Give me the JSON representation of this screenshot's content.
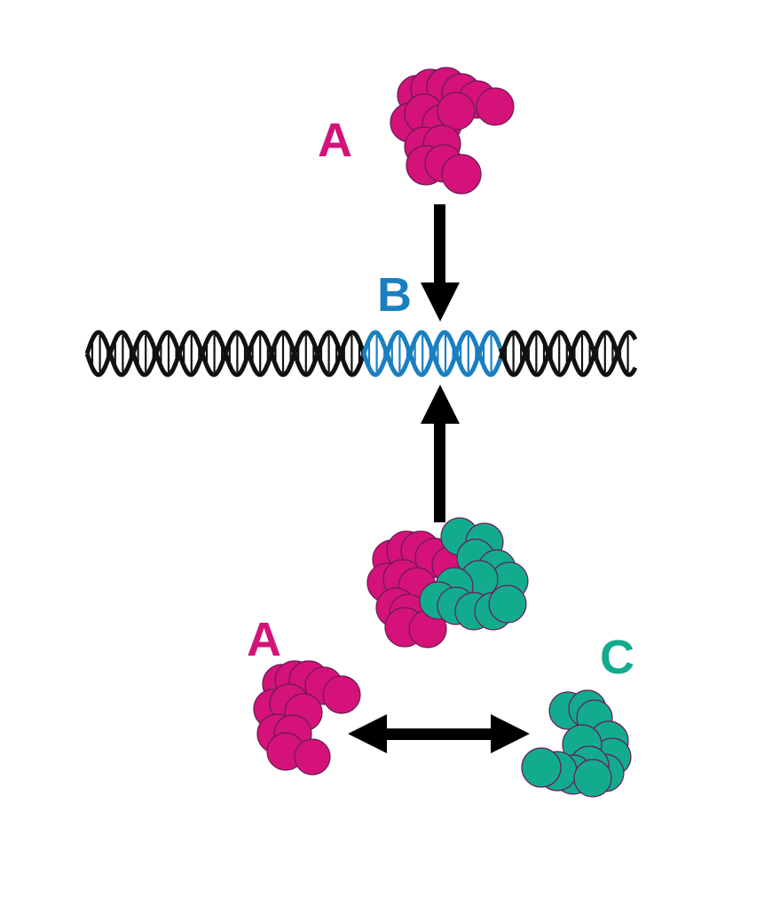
{
  "labels": {
    "a_top": "A",
    "b": "B",
    "a_bottom": "A",
    "c": "C"
  },
  "colors": {
    "protein_a": "#d4127a",
    "protein_c": "#13ab8e",
    "dna": "#111111",
    "dna_site_b": "#1a7fc1",
    "arrow": "#000000",
    "outline": "#6b1a55"
  }
}
